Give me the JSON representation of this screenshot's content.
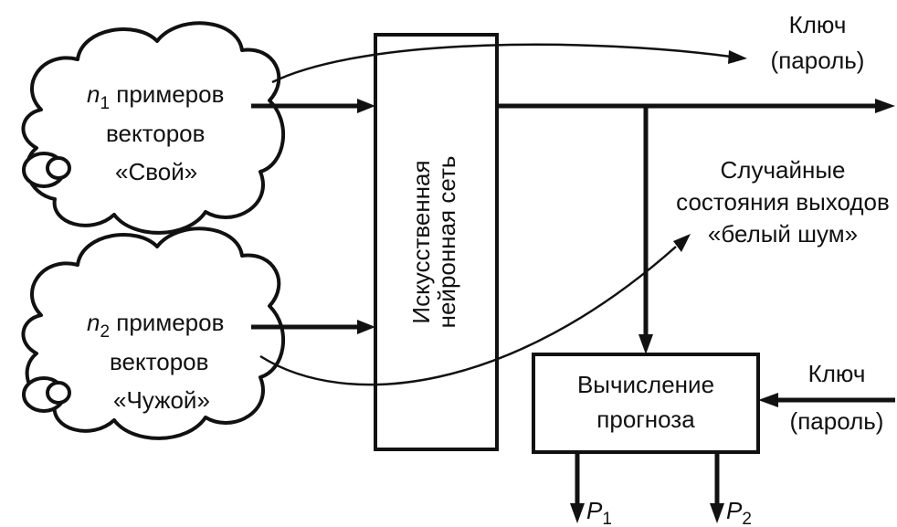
{
  "clouds": {
    "own": {
      "var": "n",
      "sub": "1",
      "line1": " примеров",
      "line2": "векторов",
      "line3": "«Свой»"
    },
    "alien": {
      "var": "n",
      "sub": "2",
      "line1": " примеров",
      "line2": "векторов",
      "line3": "«Чужой»"
    }
  },
  "network": {
    "line1": "Искусственная",
    "line2": "нейронная сеть"
  },
  "key_top": {
    "line1": "Ключ",
    "line2": "(пароль)"
  },
  "noise": {
    "line1": "Случайные",
    "line2": "состояния выходов",
    "line3": "«белый шум»"
  },
  "forecast": {
    "line1": "Вычисление",
    "line2": "прогноза"
  },
  "key_right": {
    "line1": "Ключ",
    "line2": "(пароль)"
  },
  "outputs": {
    "p1_var": "P",
    "p1_sub": "1",
    "p2_var": "P",
    "p2_sub": "2"
  },
  "colors": {
    "ink": "#111111",
    "background": "#ffffff"
  }
}
